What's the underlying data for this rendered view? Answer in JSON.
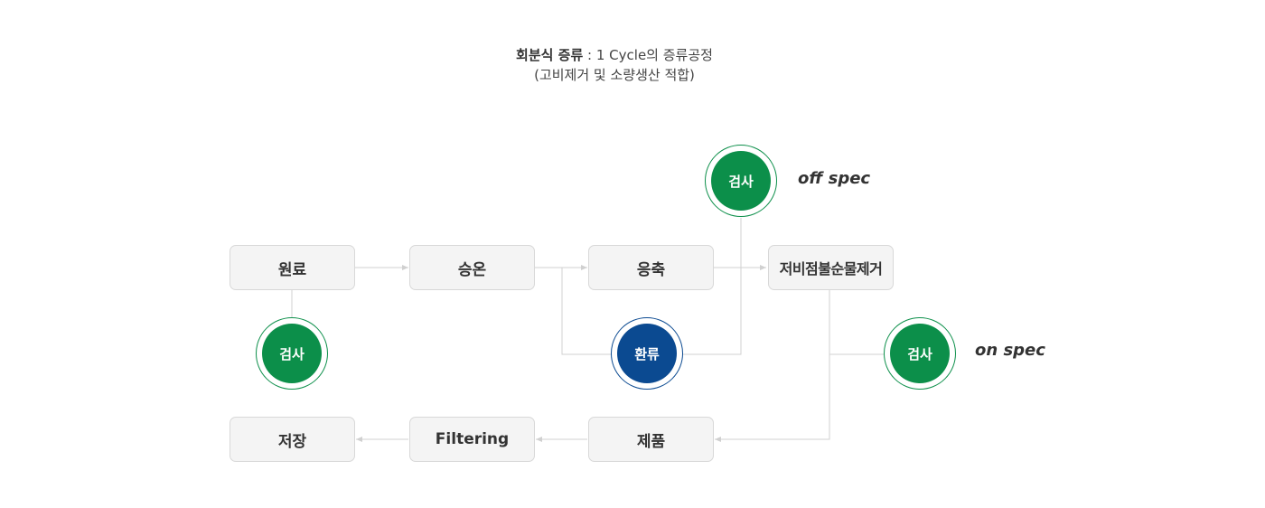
{
  "title": {
    "bold": "회분식 증류",
    "rest": " : 1 Cycle의 증류공정",
    "subtitle": "(고비제거 및 소량생산 적합)"
  },
  "boxes": {
    "raw": "원료",
    "heat": "승온",
    "condense": "응축",
    "remove": "저비점불순물제거",
    "product": "제품",
    "filtering": "Filtering",
    "storage": "저장"
  },
  "circles": {
    "inspect_raw": "검사",
    "inspect_off": "검사",
    "inspect_on": "검사",
    "reflux": "환류"
  },
  "labels": {
    "off_spec": "off spec",
    "on_spec": "on spec"
  },
  "colors": {
    "inspect_green": "#0c8f4a",
    "reflux_blue": "#0b4a91",
    "connector": "#d0d0d0"
  }
}
